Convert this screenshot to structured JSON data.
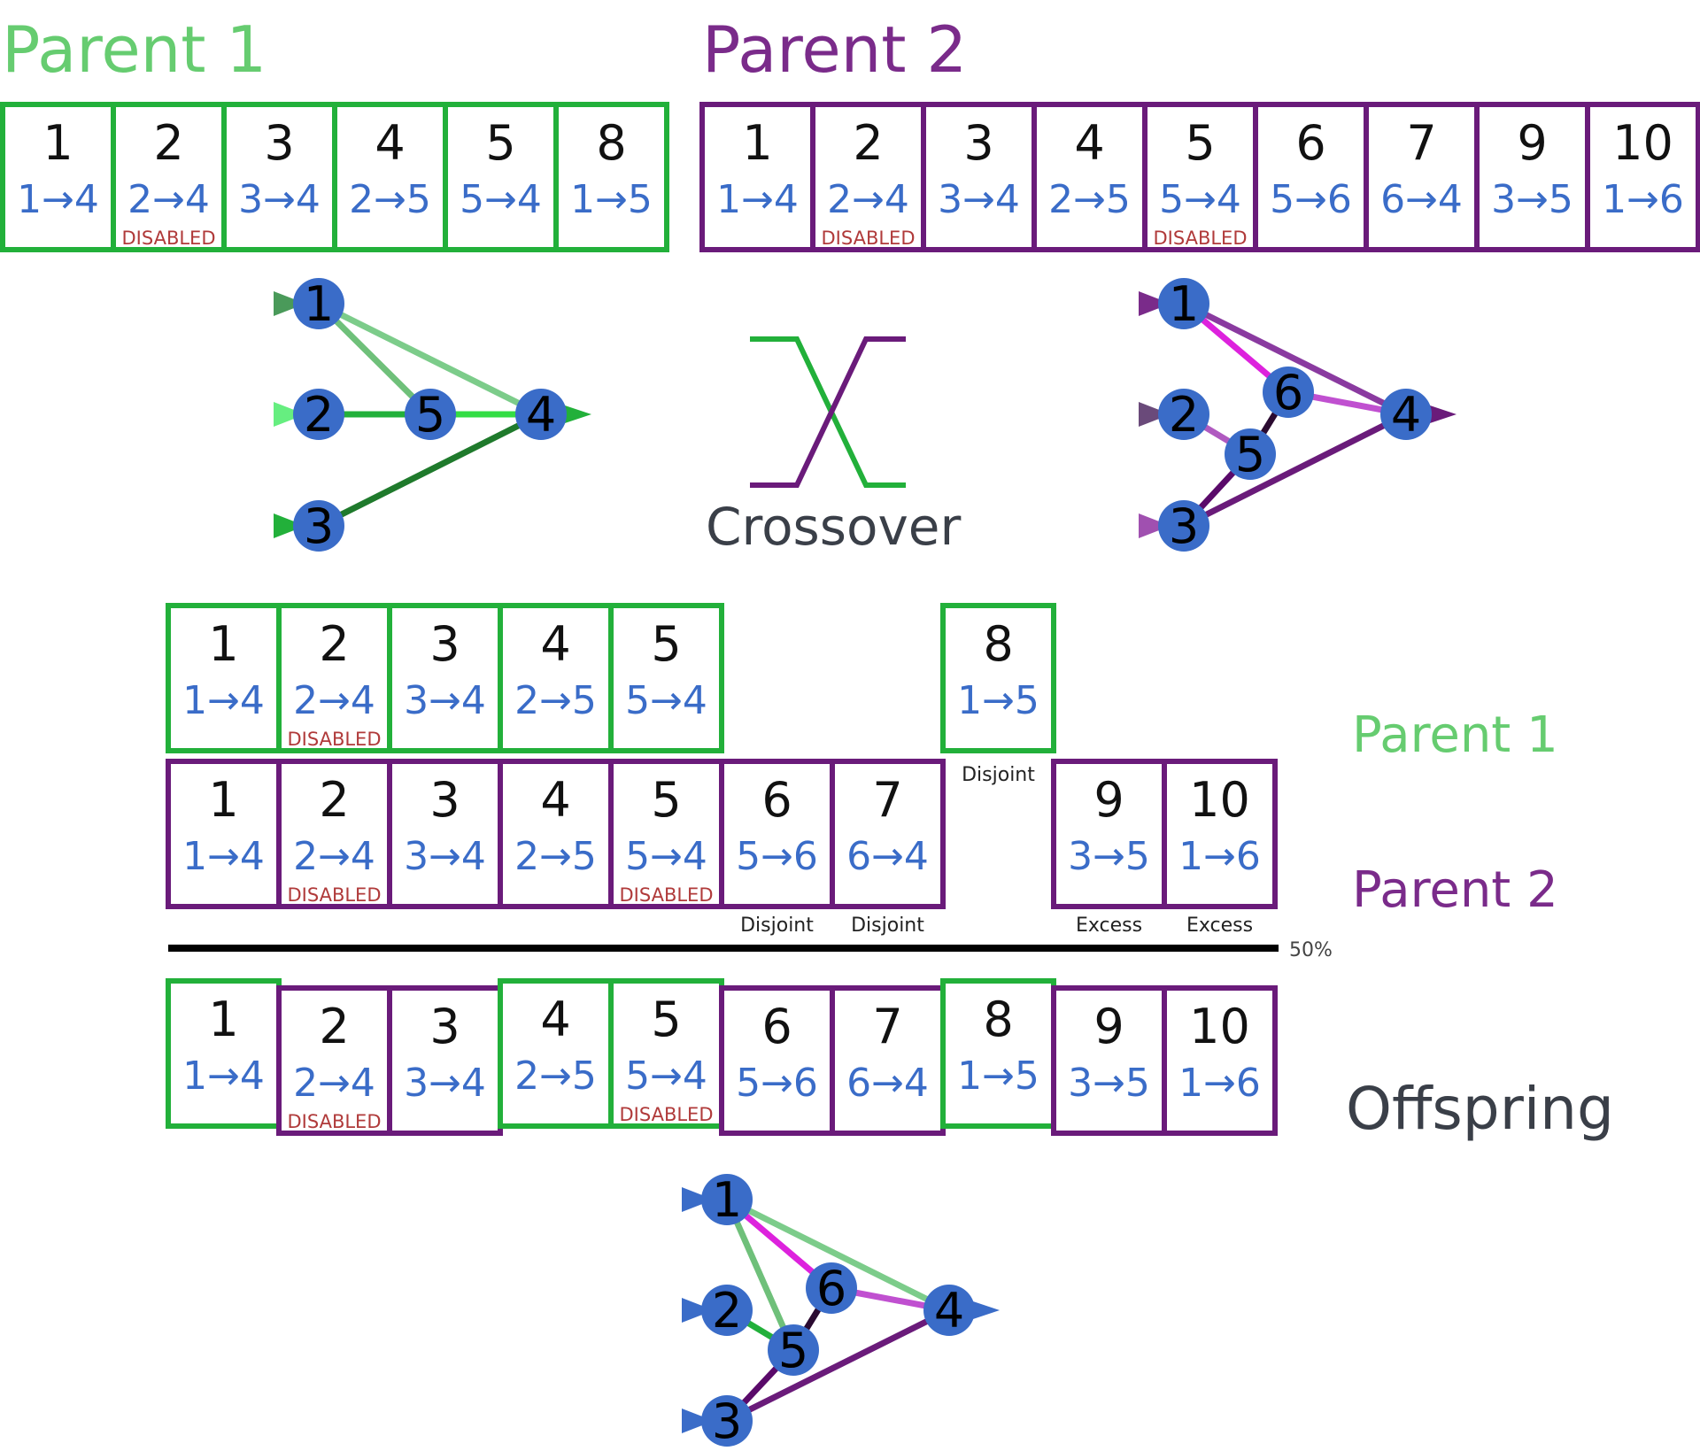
{
  "colors": {
    "parent1": "#22b03a",
    "parent1_label": "#66cc70",
    "parent2": "#6a1b7a",
    "parent2_label": "#7a2b8a",
    "gene_number": "#111111",
    "connection_text": "#3a6cc8",
    "disabled_text": "#b03a3a",
    "node_fill": "#3a6cc8",
    "dark_text": "#3a3f48"
  },
  "headings": {
    "parent1": "Parent 1",
    "parent2": "Parent 2"
  },
  "parent1_genome": [
    {
      "innovation": "1",
      "connection": "1→4",
      "disabled": false
    },
    {
      "innovation": "2",
      "connection": "2→4",
      "disabled": true
    },
    {
      "innovation": "3",
      "connection": "3→4",
      "disabled": false
    },
    {
      "innovation": "4",
      "connection": "2→5",
      "disabled": false
    },
    {
      "innovation": "5",
      "connection": "5→4",
      "disabled": false
    },
    {
      "innovation": "8",
      "connection": "1→5",
      "disabled": false
    }
  ],
  "parent2_genome": [
    {
      "innovation": "1",
      "connection": "1→4",
      "disabled": false
    },
    {
      "innovation": "2",
      "connection": "2→4",
      "disabled": true
    },
    {
      "innovation": "3",
      "connection": "3→4",
      "disabled": false
    },
    {
      "innovation": "4",
      "connection": "2→5",
      "disabled": false
    },
    {
      "innovation": "5",
      "connection": "5→4",
      "disabled": true
    },
    {
      "innovation": "6",
      "connection": "5→6",
      "disabled": false
    },
    {
      "innovation": "7",
      "connection": "6→4",
      "disabled": false
    },
    {
      "innovation": "9",
      "connection": "3→5",
      "disabled": false
    },
    {
      "innovation": "10",
      "connection": "1→6",
      "disabled": false
    }
  ],
  "disabled_label": "DISABLED",
  "crossover_label": "Crossover",
  "aligned": {
    "parent1_label": "Parent 1",
    "parent2_label": "Parent 2",
    "parent1_genes": [
      {
        "innovation": "1",
        "connection": "1→4",
        "disabled": false,
        "note": ""
      },
      {
        "innovation": "2",
        "connection": "2→4",
        "disabled": true,
        "note": ""
      },
      {
        "innovation": "3",
        "connection": "3→4",
        "disabled": false,
        "note": ""
      },
      {
        "innovation": "4",
        "connection": "2→5",
        "disabled": false,
        "note": ""
      },
      {
        "innovation": "5",
        "connection": "5→4",
        "disabled": false,
        "note": ""
      },
      {
        "innovation": "8",
        "connection": "1→5",
        "disabled": false,
        "note": "Disjoint"
      }
    ],
    "parent2_genes": [
      {
        "innovation": "1",
        "connection": "1→4",
        "disabled": false,
        "note": ""
      },
      {
        "innovation": "2",
        "connection": "2→4",
        "disabled": true,
        "note": ""
      },
      {
        "innovation": "3",
        "connection": "3→4",
        "disabled": false,
        "note": ""
      },
      {
        "innovation": "4",
        "connection": "2→5",
        "disabled": false,
        "note": ""
      },
      {
        "innovation": "5",
        "connection": "5→4",
        "disabled": true,
        "note": ""
      },
      {
        "innovation": "6",
        "connection": "5→6",
        "disabled": false,
        "note": "Disjoint"
      },
      {
        "innovation": "7",
        "connection": "6→4",
        "disabled": false,
        "note": "Disjoint"
      },
      {
        "innovation": "9",
        "connection": "3→5",
        "disabled": false,
        "note": "Excess"
      },
      {
        "innovation": "10",
        "connection": "1→6",
        "disabled": false,
        "note": "Excess"
      }
    ],
    "probability_label": "50%"
  },
  "offspring": {
    "label": "Offspring",
    "genes": [
      {
        "innovation": "1",
        "connection": "1→4",
        "disabled": false,
        "source": "parent1"
      },
      {
        "innovation": "2",
        "connection": "2→4",
        "disabled": true,
        "source": "parent2"
      },
      {
        "innovation": "3",
        "connection": "3→4",
        "disabled": false,
        "source": "parent2"
      },
      {
        "innovation": "4",
        "connection": "2→5",
        "disabled": false,
        "source": "parent1"
      },
      {
        "innovation": "5",
        "connection": "5→4",
        "disabled": true,
        "source": "parent1"
      },
      {
        "innovation": "6",
        "connection": "5→6",
        "disabled": false,
        "source": "parent2"
      },
      {
        "innovation": "7",
        "connection": "6→4",
        "disabled": false,
        "source": "parent2"
      },
      {
        "innovation": "8",
        "connection": "1→5",
        "disabled": false,
        "source": "parent1"
      },
      {
        "innovation": "9",
        "connection": "3→5",
        "disabled": false,
        "source": "parent2"
      },
      {
        "innovation": "10",
        "connection": "1→6",
        "disabled": false,
        "source": "parent2"
      }
    ]
  },
  "networks": {
    "parent1": {
      "nodes": [
        "1",
        "2",
        "3",
        "4",
        "5"
      ],
      "edges": [
        [
          "1",
          "4"
        ],
        [
          "1",
          "5"
        ],
        [
          "2",
          "5"
        ],
        [
          "5",
          "4"
        ],
        [
          "3",
          "4"
        ]
      ]
    },
    "parent2": {
      "nodes": [
        "1",
        "2",
        "3",
        "4",
        "5",
        "6"
      ],
      "edges": [
        [
          "1",
          "4"
        ],
        [
          "1",
          "6"
        ],
        [
          "6",
          "4"
        ],
        [
          "5",
          "6"
        ],
        [
          "2",
          "5"
        ],
        [
          "3",
          "5"
        ],
        [
          "3",
          "4"
        ]
      ]
    },
    "offspring": {
      "nodes": [
        "1",
        "2",
        "3",
        "4",
        "5",
        "6"
      ],
      "edges": [
        [
          "1",
          "4"
        ],
        [
          "1",
          "6"
        ],
        [
          "1",
          "5"
        ],
        [
          "6",
          "4"
        ],
        [
          "5",
          "6"
        ],
        [
          "2",
          "5"
        ],
        [
          "3",
          "5"
        ],
        [
          "3",
          "4"
        ]
      ]
    }
  }
}
